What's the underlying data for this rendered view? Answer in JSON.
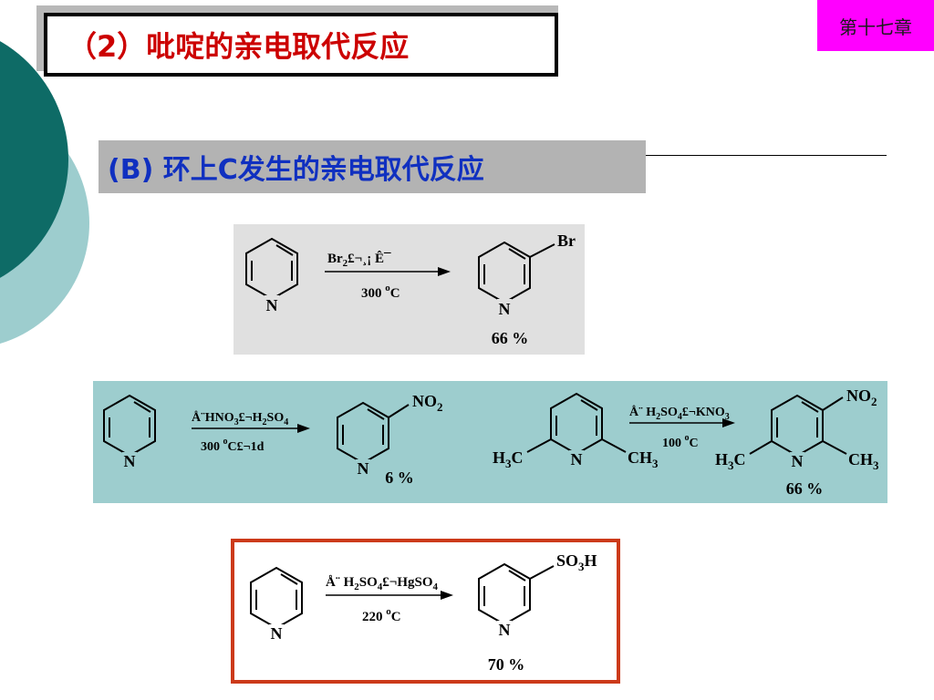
{
  "header": {
    "chapter": "第十七章",
    "title": "（2）吡啶的亲电取代反应",
    "subtitle": "(B) 环上C发生的亲电取代反应"
  },
  "reactions": {
    "bromination": {
      "reagent_prefix": "Br",
      "reagent_sub": "2",
      "reagent_rest": "£¬¸¡ Ê¯",
      "condition": "300 ",
      "condition_sup": "o",
      "condition_unit": "C",
      "substituent": "Br",
      "yield": "66 %"
    },
    "nitration": {
      "reagent_a": "Å¨HNO",
      "reagent_a_sub": "3",
      "reagent_b": "£¬H",
      "reagent_b_sub": "2",
      "reagent_c": "SO",
      "reagent_c_sub": "4",
      "condition": "300 ",
      "condition_sup": "o",
      "condition_unit": "C£¬1d",
      "substituent": "NO",
      "substituent_sub": "2",
      "yield": "6 %"
    },
    "lutidine_nitration": {
      "reagent_a": "Å¨ H",
      "reagent_a_sub": "2",
      "reagent_b": "SO",
      "reagent_b_sub": "4",
      "reagent_c": "£¬KNO",
      "reagent_c_sub": "3",
      "condition": "100 ",
      "condition_sup": "o",
      "condition_unit": "C",
      "methyl": "H",
      "methyl_sub": "3",
      "methyl_c": "C",
      "ch": "CH",
      "ch_sub": "3",
      "substituent": "NO",
      "substituent_sub": "2",
      "yield": "66 %"
    },
    "sulfonation": {
      "reagent_a": "Å¨ H",
      "reagent_a_sub": "2",
      "reagent_b": "SO",
      "reagent_b_sub": "4",
      "reagent_c": "£¬HgSO",
      "reagent_c_sub": "4",
      "condition": "220 ",
      "condition_sup": "o",
      "condition_unit": "C",
      "substituent": "SO",
      "substituent_sub": "3",
      "substituent_end": "H",
      "yield": "70 %"
    }
  },
  "atom_n": "N",
  "colors": {
    "teal_dark": "#0e6b66",
    "teal_light": "#9dcdce",
    "magenta": "#ff00ff",
    "title_red": "#cc0000",
    "subtitle_blue": "#1030c0",
    "frame_red": "#cc3a1a"
  }
}
